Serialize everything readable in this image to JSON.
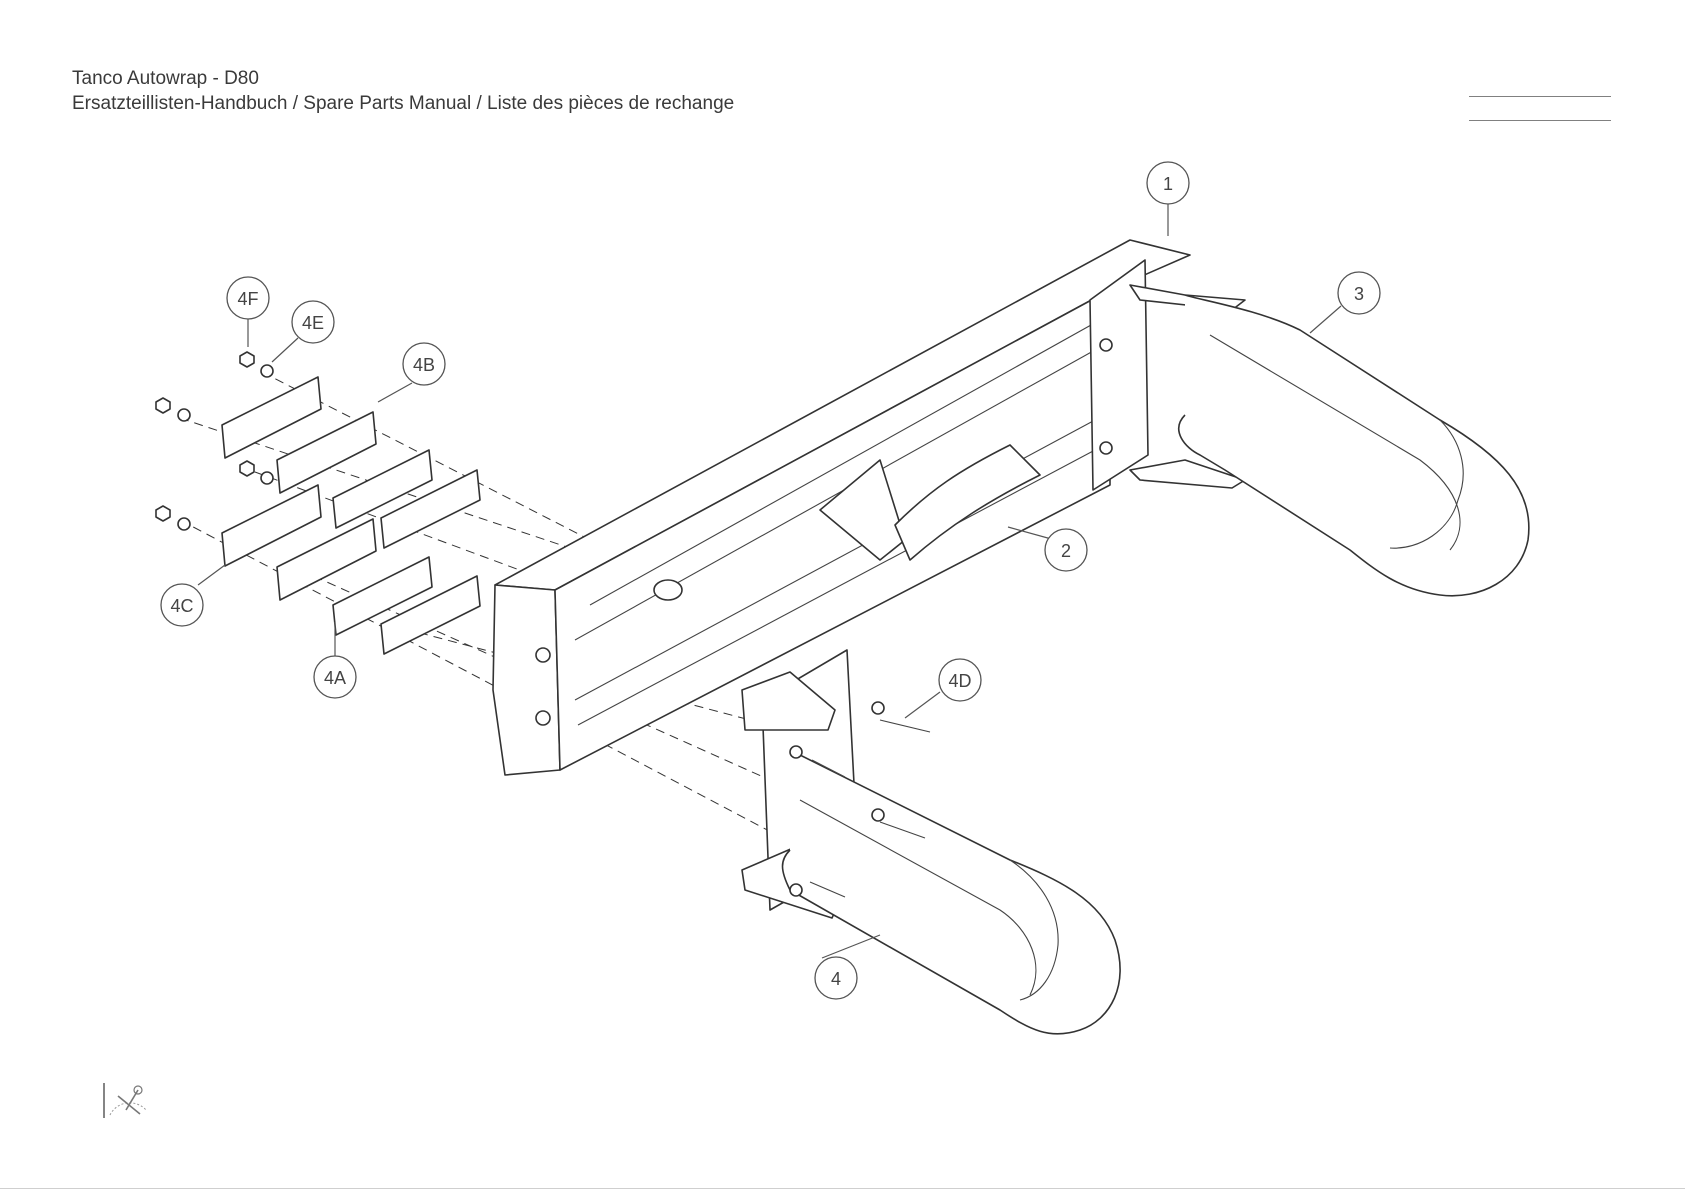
{
  "header": {
    "title": "Tanco Autowrap - D80",
    "subtitle": "Ersatzteillisten-Handbuch / Spare Parts Manual / Liste des pièces de rechange"
  },
  "callouts": [
    {
      "id": "1",
      "label": "1"
    },
    {
      "id": "2",
      "label": "2"
    },
    {
      "id": "3",
      "label": "3"
    },
    {
      "id": "4",
      "label": "4"
    },
    {
      "id": "4A",
      "label": "4A"
    },
    {
      "id": "4B",
      "label": "4B"
    },
    {
      "id": "4C",
      "label": "4C"
    },
    {
      "id": "4D",
      "label": "4D"
    },
    {
      "id": "4E",
      "label": "4E"
    },
    {
      "id": "4F",
      "label": "4F"
    }
  ],
  "icons": {
    "footer_logo": "wrench-gear-icon"
  },
  "colors": {
    "line": "#333333",
    "text": "#3a3a3a"
  }
}
